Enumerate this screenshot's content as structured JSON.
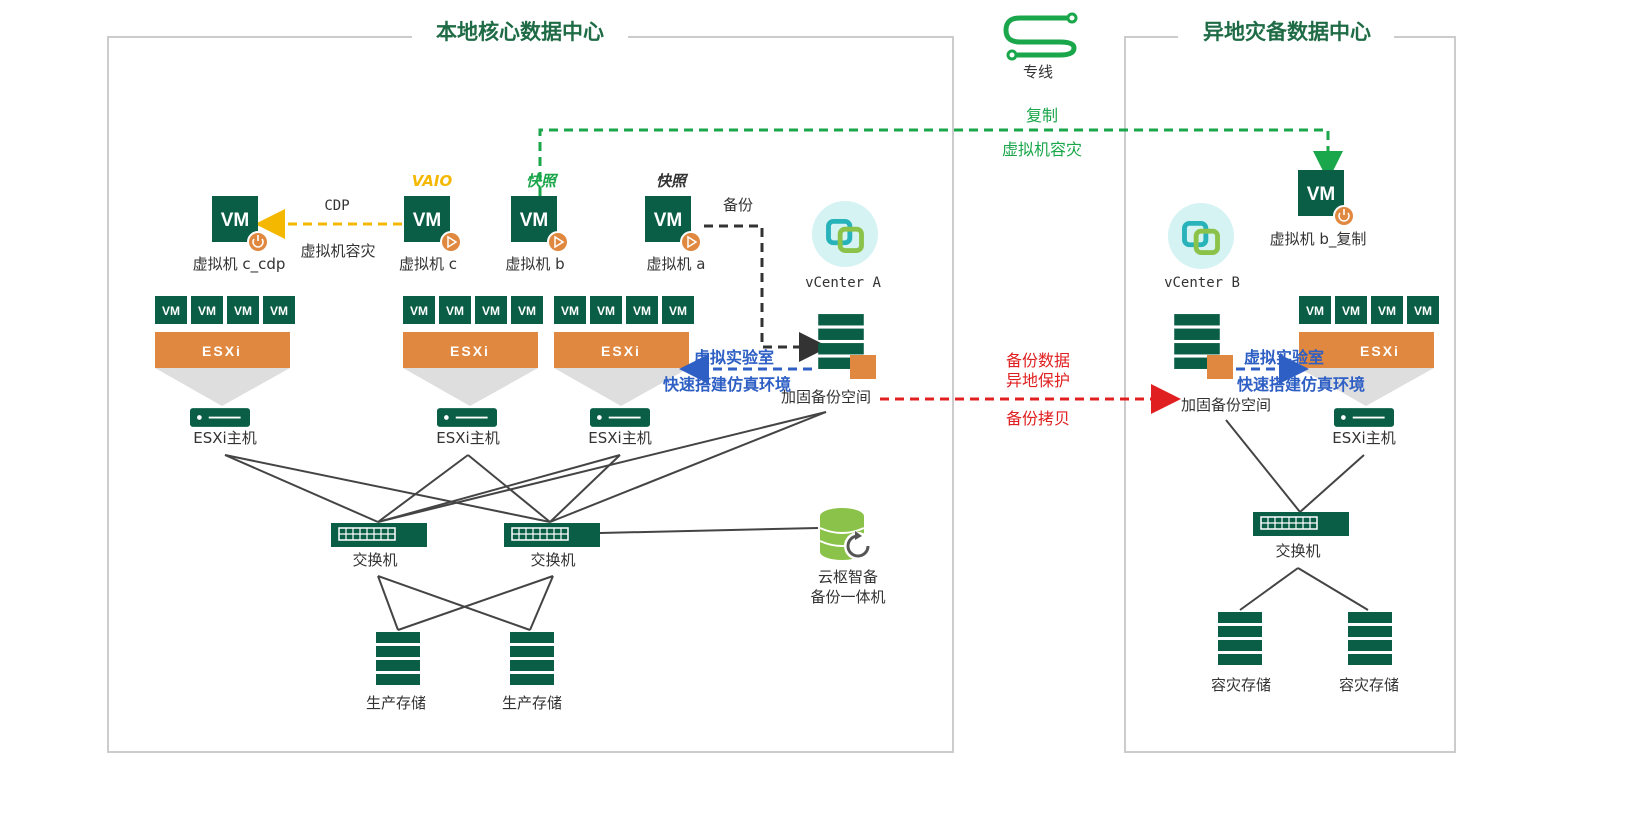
{
  "zones": {
    "local_title": "本地核心数据中心",
    "remote_title": "异地灾备数据中心"
  },
  "dedicated_line": {
    "icon": "dedicated-line-icon",
    "label": "专线"
  },
  "replication": {
    "line1": "复制",
    "line2": "虚拟机容灾"
  },
  "cdp": {
    "label": "CDP",
    "desc": "虚拟机容灾"
  },
  "backup_label": "备份",
  "tags": {
    "vaio": "VAIO",
    "snapshot_b": "快照",
    "snapshot_a": "快照"
  },
  "vms": {
    "c_cdp": "虚拟机 c_cdp",
    "c": "虚拟机 c",
    "b": "虚拟机 b",
    "a": "虚拟机 a",
    "b_copy": "虚拟机 b_复制"
  },
  "vm_badge": "VM",
  "esxi_label": "ESXi",
  "esxi_host": "ESXi主机",
  "vcenter_a": "vCenter A",
  "vcenter_b": "vCenter B",
  "local_backup": {
    "lab": "虚拟实验室",
    "lab_desc": "快速搭建仿真环境",
    "space": "加固备份空间"
  },
  "remote_backup": {
    "lab": "虚拟实验室",
    "lab_desc": "快速搭建仿真环境",
    "space": "加固备份空间"
  },
  "offsite": {
    "line1": "备份数据",
    "line2": "异地保护",
    "line3": "备份拷贝"
  },
  "switch_label": "交换机",
  "appliance": {
    "line1": "云枢智备",
    "line2": "备份一体机"
  },
  "prod_storage": "生产存储",
  "dr_storage": "容灾存储",
  "colors": {
    "dark_green": "#0b5e46",
    "esxi_orange": "#e0883f",
    "replicate_green": "#1aa64a",
    "cdp_yellow": "#f5b800",
    "offsite_red": "#e02020",
    "lab_blue": "#2e5fc4",
    "zone_border": "#cccccc"
  }
}
